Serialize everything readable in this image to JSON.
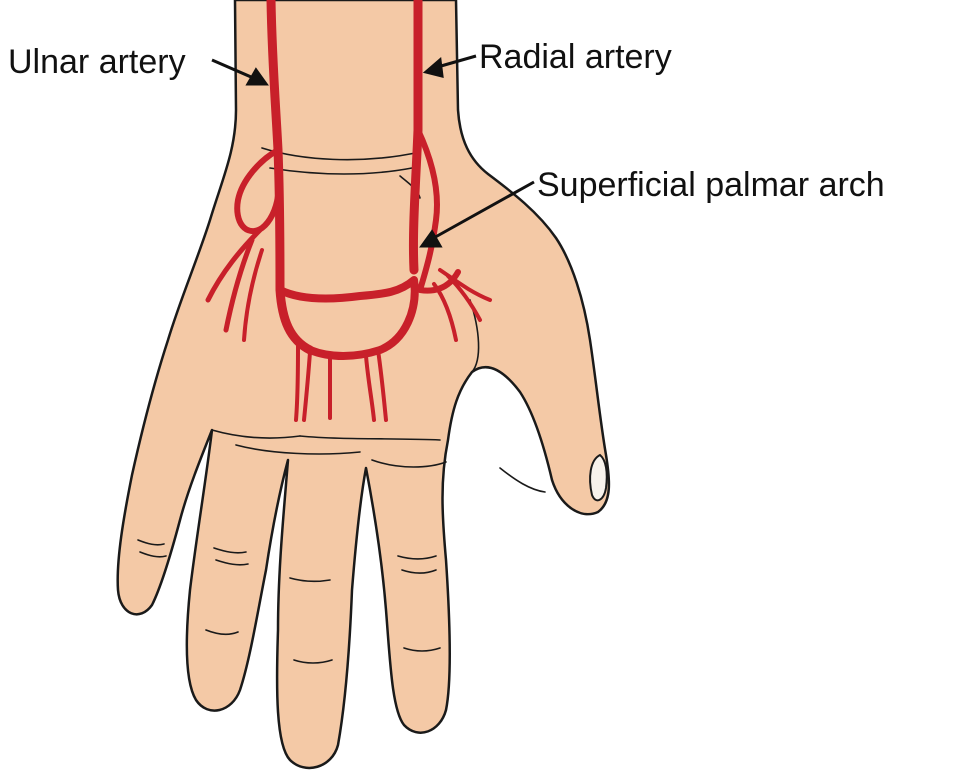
{
  "labels": {
    "ulnar_artery": "Ulnar artery",
    "radial_artery": "Radial artery",
    "superficial_palmar_arch": "Superficial palmar arch"
  },
  "colors": {
    "skin": "#f4c9a6",
    "outline": "#1a1a1a",
    "artery": "#c8202a",
    "nail": "#f7f2ec",
    "label_text": "#111111"
  }
}
